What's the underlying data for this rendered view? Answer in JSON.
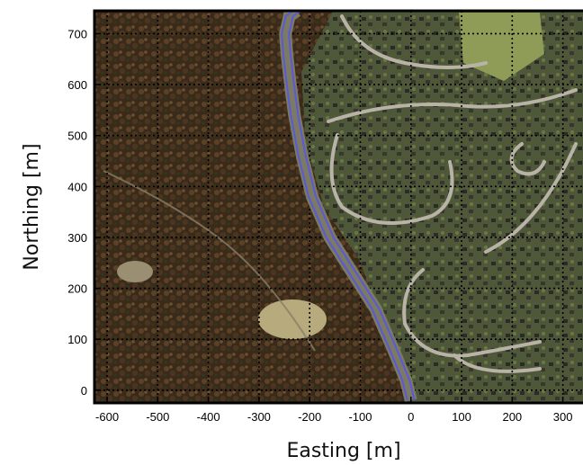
{
  "map": {
    "xlabel": "Easting [m]",
    "ylabel": "Northing [m]",
    "x_ticks": [
      -600,
      -500,
      -400,
      -300,
      -200,
      -100,
      0,
      100,
      200,
      300
    ],
    "y_ticks": [
      0,
      100,
      200,
      300,
      400,
      500,
      600,
      700
    ],
    "xlim": [
      -625,
      370
    ],
    "ylim": [
      -25,
      745
    ],
    "grid": true,
    "route": {
      "color": "#5a5ad8",
      "points": [
        [
          0,
          -20
        ],
        [
          -10,
          20
        ],
        [
          -35,
          80
        ],
        [
          -70,
          160
        ],
        [
          -115,
          230
        ],
        [
          -160,
          300
        ],
        [
          -195,
          380
        ],
        [
          -215,
          460
        ],
        [
          -230,
          540
        ],
        [
          -238,
          600
        ],
        [
          -245,
          660
        ],
        [
          -248,
          700
        ],
        [
          -240,
          735
        ],
        [
          -225,
          745
        ]
      ]
    },
    "colors": {
      "forest": "#3b2a1a",
      "forest_light": "#5a4226",
      "suburb": "#4e5a3a",
      "road": "#b8b3a6",
      "field": "#8e9c58",
      "clearing": "#b7aa7c",
      "frame": "#000000",
      "grid": "#000000"
    }
  }
}
